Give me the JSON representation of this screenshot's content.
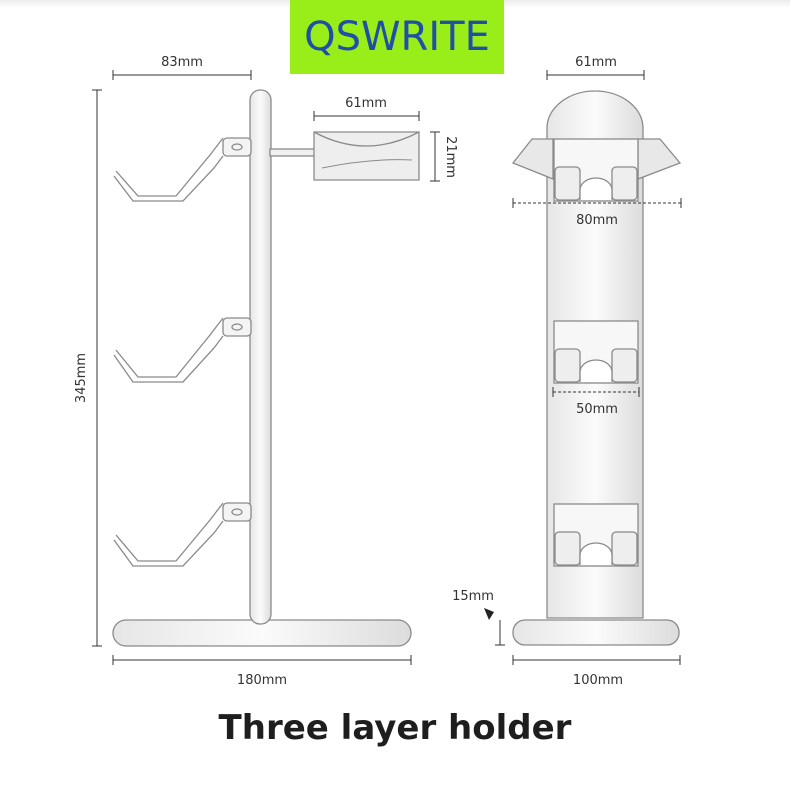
{
  "brand": {
    "logo_text": "QSWRITE",
    "background": "#99ee1a",
    "text_color": "#1f4fa6"
  },
  "caption": "Three layer holder",
  "side_view": {
    "width_top": "83mm",
    "cradle_width": "61mm",
    "cradle_height": "21mm",
    "total_height": "345mm",
    "base_width": "180mm"
  },
  "front_view": {
    "top_width": "61mm",
    "wing_span": "80mm",
    "slot_width": "50mm",
    "base_thickness": "15mm",
    "base_width": "100mm"
  },
  "colors": {
    "outline": "#8a8a8a",
    "fill": "#f4f4f4",
    "dimension_line": "#333333"
  }
}
